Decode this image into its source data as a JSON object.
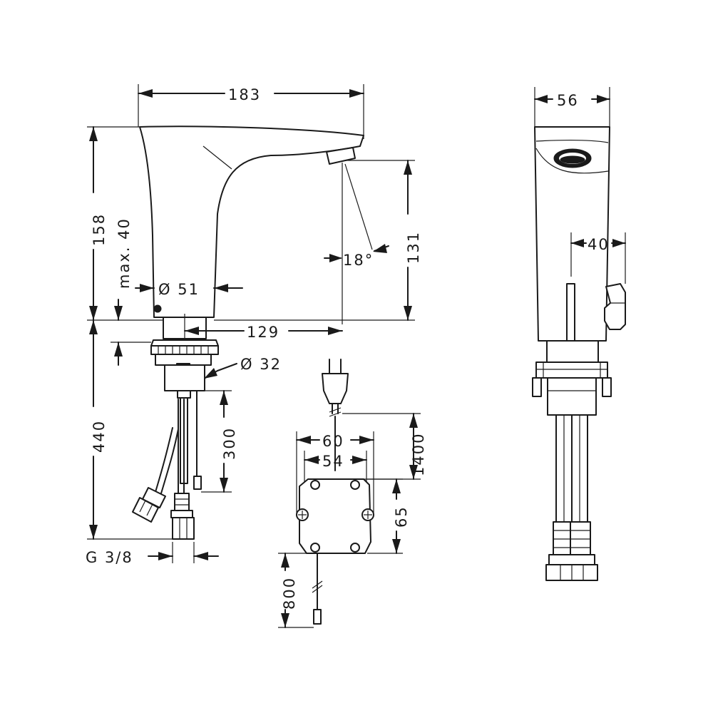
{
  "dimensions": {
    "width_183": "183",
    "height_158": "158",
    "max_40": "max. 40",
    "dia_51": "Ø 51",
    "angle_18": "18°",
    "height_131": "131",
    "reach_129": "129",
    "dia_32": "Ø 32",
    "height_440": "440",
    "hose_300": "300",
    "thread_g38": "G 3/8",
    "box_60": "60",
    "box_54": "54",
    "cable_1400": "1400",
    "box_65": "65",
    "cable_800": "800",
    "width_56": "56",
    "side_40": "40"
  }
}
